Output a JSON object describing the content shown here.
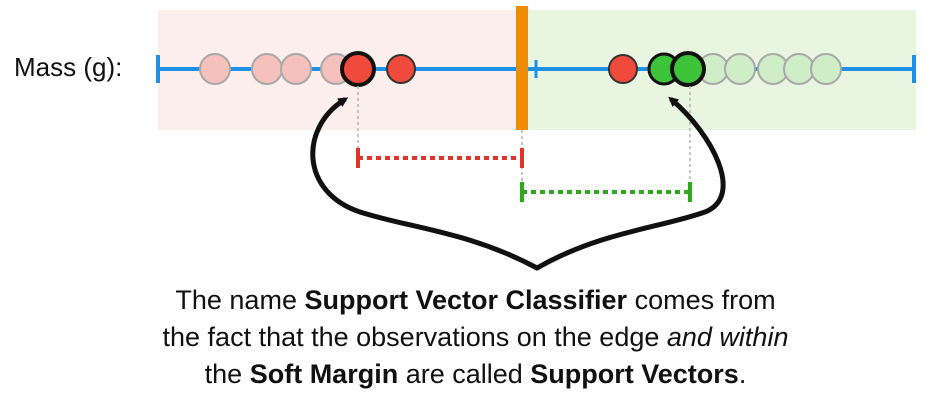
{
  "axis": {
    "label": "Mass (g):"
  },
  "caption": {
    "line1_pre": "The name ",
    "line1_bold": "Support Vector Classifier",
    "line1_post": " comes from",
    "line2_pre": "the fact that the observations on the edge ",
    "line2_italic": "and within",
    "line3_pre": "the ",
    "line3_bold1": "Soft Margin",
    "line3_mid": " are called ",
    "line3_bold2": "Support Vectors",
    "line3_post": "."
  },
  "colors": {
    "axis": "#1e90e6",
    "threshold": "#f08c00",
    "red_region": "#fdeeee",
    "green_region": "#e8f5e0",
    "red_obs": "#f04a3c",
    "red_faded": "#f6c0bc",
    "green_obs": "#3ec43a",
    "green_faded": "#cfeec8",
    "red_margin": "#e0342a",
    "green_margin": "#2fa81e"
  },
  "icons": [
    "curly-brace-arrow-icon"
  ]
}
